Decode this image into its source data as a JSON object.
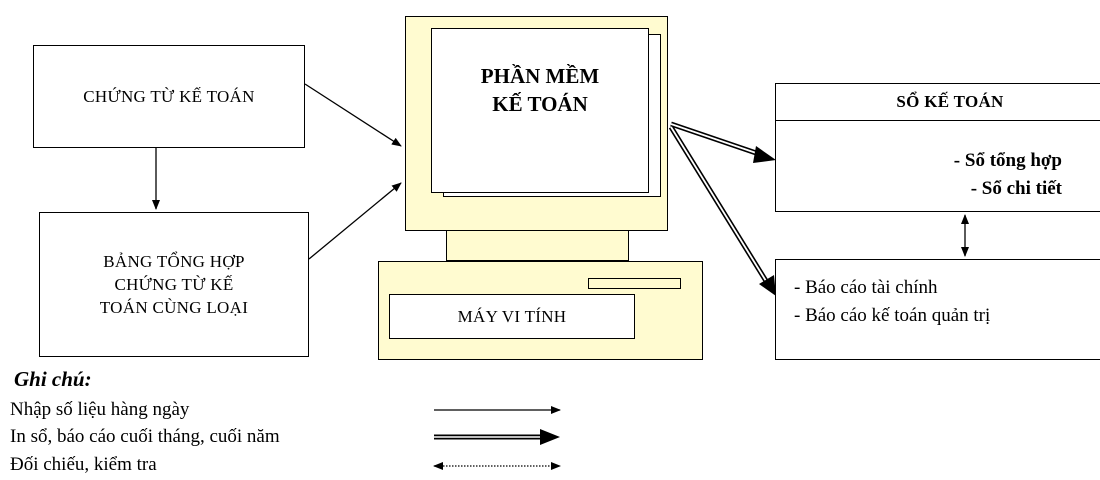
{
  "boxes": {
    "accounting_documents": "CHỨNG TỪ KẾ TOÁN",
    "summary_table": [
      "BẢNG TỔNG HỢP",
      "CHỨNG TỪ KẾ",
      "TOÁN CÙNG LOẠI"
    ],
    "software": [
      "PHẦN MỀM",
      "KẾ TOÁN"
    ],
    "computer": "MÁY VI TÍNH",
    "ledger_title": "SỔ KẾ TOÁN",
    "ledger_items": [
      "- Sổ tổng hợp",
      "- Sổ chi tiết"
    ],
    "reports": [
      "- Báo cáo tài chính",
      "- Báo cáo kế toán quản trị"
    ]
  },
  "legend": {
    "title": "Ghi chú:",
    "items": [
      {
        "label": "Nhập số liệu hàng ngày",
        "style": "thin-arrow"
      },
      {
        "label": "In sổ, báo cáo cuối tháng, cuối năm",
        "style": "double-arrow"
      },
      {
        "label": "Đối chiếu, kiểm tra",
        "style": "dotted-bidirectional-arrow"
      }
    ]
  },
  "colors": {
    "computer_fill": "#fffbd0",
    "line": "#000000"
  }
}
